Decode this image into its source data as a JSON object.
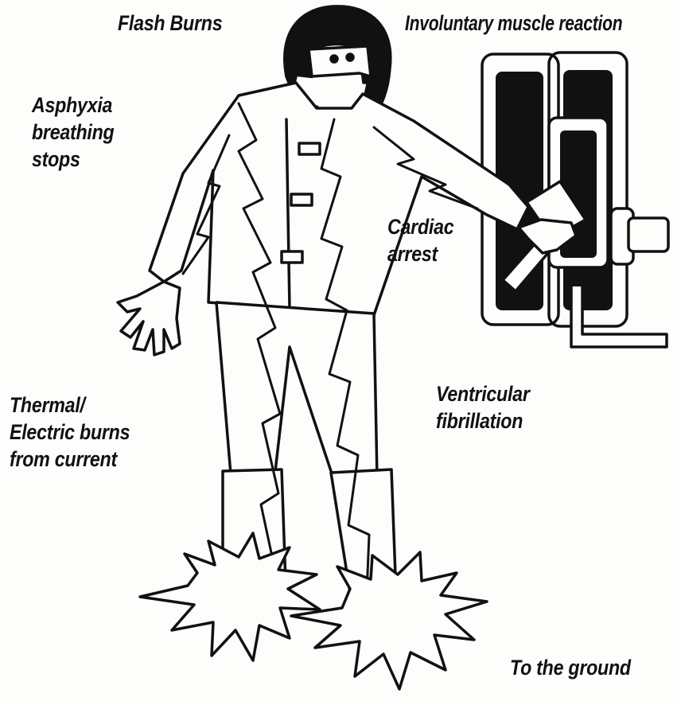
{
  "labels": {
    "flash_burns": "Flash Burns",
    "involuntary": "Involuntary muscle reaction",
    "asphyxia": [
      "Asphyxia",
      "breathing",
      "stops"
    ],
    "cardiac": [
      "Cardiac",
      "arrest"
    ],
    "thermal": [
      "Thermal/",
      "Electric burns",
      "from current"
    ],
    "ventricular": [
      "Ventricular",
      "fibrillation"
    ],
    "ground": "To the ground"
  },
  "colors": {
    "ink": "#111111",
    "paper": "#fdfdfb"
  }
}
